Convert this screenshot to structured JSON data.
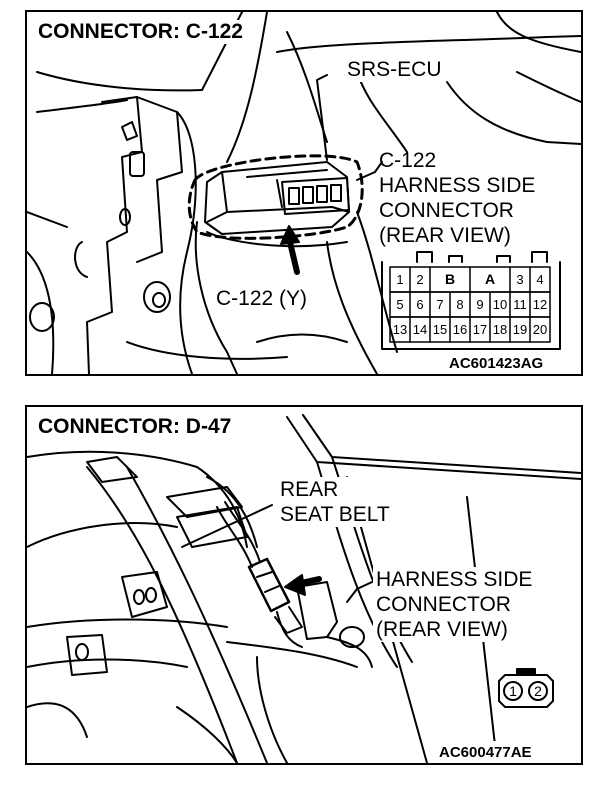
{
  "panels": [
    {
      "title": "CONNECTOR: C-122",
      "labels": {
        "srs_ecu": "SRS-ECU",
        "harness": "C-122\nHARNESS SIDE\nCONNECTOR\n(REAR VIEW)",
        "connector_y": "C-122 (Y)"
      },
      "connector_pins": {
        "row1": [
          "1",
          "2",
          "B",
          "A",
          "3",
          "4"
        ],
        "row2": [
          "5",
          "6",
          "7",
          "8",
          "9",
          "10",
          "11",
          "12"
        ],
        "row3": [
          "13",
          "14",
          "15",
          "16",
          "17",
          "18",
          "19",
          "20"
        ]
      },
      "code": "AC601423AG"
    },
    {
      "title": "CONNECTOR: D-47",
      "labels": {
        "seat_belt": "REAR\nSEAT BELT",
        "harness": "HARNESS SIDE\nCONNECTOR\n(REAR VIEW)"
      },
      "connector_pins": [
        "1",
        "2"
      ],
      "code": "AC600477AE"
    }
  ]
}
